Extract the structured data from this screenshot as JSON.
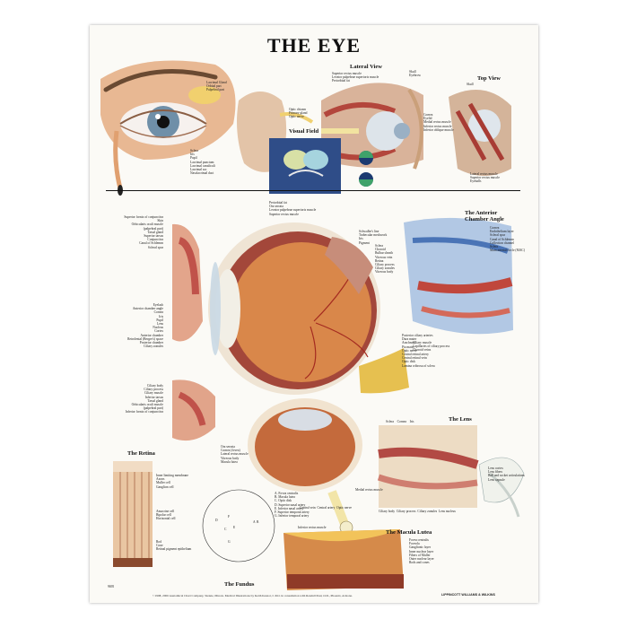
{
  "title": "THE EYE",
  "sections": {
    "lateral_view": "Lateral View",
    "top_view": "Top View",
    "visual_field": "Visual Field",
    "anterior_chamber": "The Anterior\nChamber Angle",
    "lens": "The Lens",
    "retina": "The Retina",
    "macula": "The Macula Lutea",
    "fundus": "The Fundus"
  },
  "labels_left_eye": [
    "Lacrimal Gland",
    "Orbital part",
    "Palpebral part",
    "Sclera",
    "Iris",
    "Pupil",
    "Lacrimal punctum",
    "Lacrimal canaliculi",
    "Lacrimal sac",
    "Nasolacrimal duct"
  ],
  "labels_lateral": [
    "Optic chiasm",
    "Primary gland",
    "Optic nerve",
    "Superior rectus muscle",
    "Levator palpebrae superioris muscle",
    "Periorbital fat",
    "Skull",
    "Eyebrow",
    "Cornea",
    "Eyelid",
    "Medial rectus muscle",
    "Inferior rectus muscle",
    "Inferior oblique muscle"
  ],
  "labels_top": [
    "Skull",
    "Lateral rectus muscle",
    "Superior rectus muscle",
    "Eyeballs"
  ],
  "labels_main_left": [
    "Superior fornix of conjunctiva",
    "Skin",
    "Orbicularis oculi muscle",
    "(palpebral part)",
    "Tarsal gland",
    "Superior tarsus",
    "Conjunctiva",
    "Canal of Schlemm",
    "Scleral spur",
    "Eyelash",
    "Anterior chamber angle",
    "Cornea",
    "Iris",
    "Pupil",
    "Lens",
    "Nucleus",
    "Cortex",
    "Anterior chamber",
    "Retrolental (Berger's) space",
    "Posterior chamber",
    "Ciliary zonules"
  ],
  "labels_ciliary": [
    "Ciliary body",
    "Ciliary process",
    "Ciliary muscle",
    "Inferior tarsus",
    "Tarsal gland",
    "Orbicularis oculi muscle",
    "(palpebral part)",
    "Inferior fornix of conjunctiva"
  ],
  "labels_main_top": [
    "Periorbital fat",
    "Ora serrata",
    "Levator palpebrae superioris muscle",
    "Superior rectus muscle"
  ],
  "labels_main_right": [
    "Sclera",
    "Choroid",
    "Bulbar sheath",
    "Vitreous vein",
    "Retina",
    "Ciliary process",
    "Ciliary zonules",
    "Vitreous body",
    "Posterior ciliary arteries",
    "Dura mater",
    "Arachnoid",
    "Pia mater",
    "Optic nerve",
    "Central retinal artery",
    "Central retinal vein",
    "Optic disk",
    "Lamina cribrosa of sclera"
  ],
  "labels_anterior": [
    "Schwalbe's line",
    "Trabecular meshwork",
    "Iris",
    "Pigment",
    "Cornea",
    "Endothelium layer",
    "Scleral spur",
    "Canal of Schlemm",
    "Collection channel",
    "Sclera",
    "Main arterial circle (MAC)",
    "Ciliary muscle",
    "Capillaries of ciliary process",
    "Choroid veins"
  ],
  "labels_lower": [
    "Ora serrata",
    "Cornea (fovea)",
    "Lateral rectus muscle",
    "Vitreous body",
    "Macula lutea",
    "Medial rectus muscle",
    "Central vein",
    "Central artery",
    "Optic nerve",
    "Inferior rectus muscle"
  ],
  "labels_lens": [
    "Sclera",
    "Cornea",
    "Iris",
    "Ciliary body",
    "Ciliary process",
    "Ciliary zonules",
    "Lens nucleus",
    "Lens cortex",
    "Lens fibers",
    "Ball and socket articulations",
    "Lens capsule"
  ],
  "labels_retina": [
    "Inner limiting membrane",
    "Axons",
    "Muller cell",
    "Ganglion cell",
    "Amacrine cell",
    "Bipolar cell",
    "Horizontal cell",
    "Rod",
    "Cone",
    "Retinal pigment epithelium"
  ],
  "labels_fundus_key": [
    "A. Fovea centralis",
    "B. Macula lutea",
    "C. Optic disk",
    "D. Superior nasal artery",
    "E. Inferior nasal artery",
    "F. Superior temporal artery",
    "G. Inferior temporal artery"
  ],
  "labels_fundus_letters": [
    "A",
    "B",
    "C",
    "D",
    "E",
    "F",
    "G"
  ],
  "labels_macula": [
    "Fovea centralis",
    "Foveola",
    "Ganglionic layer",
    "Inner nuclear layer",
    "Fibers of Muller",
    "Outer nuclear layer",
    "Rods and cones"
  ],
  "footer": "©1998, 2000 Anatomical Chart Company, Skokie, Illinois. Medical Illustrations by Keith Kasnot, C.M.I. in consultation with Randall Paul, O.D., Phoenix, Arizona.",
  "logo": "LIPPINCOTT WILLIAMS & WILKINS",
  "code": "9695"
}
